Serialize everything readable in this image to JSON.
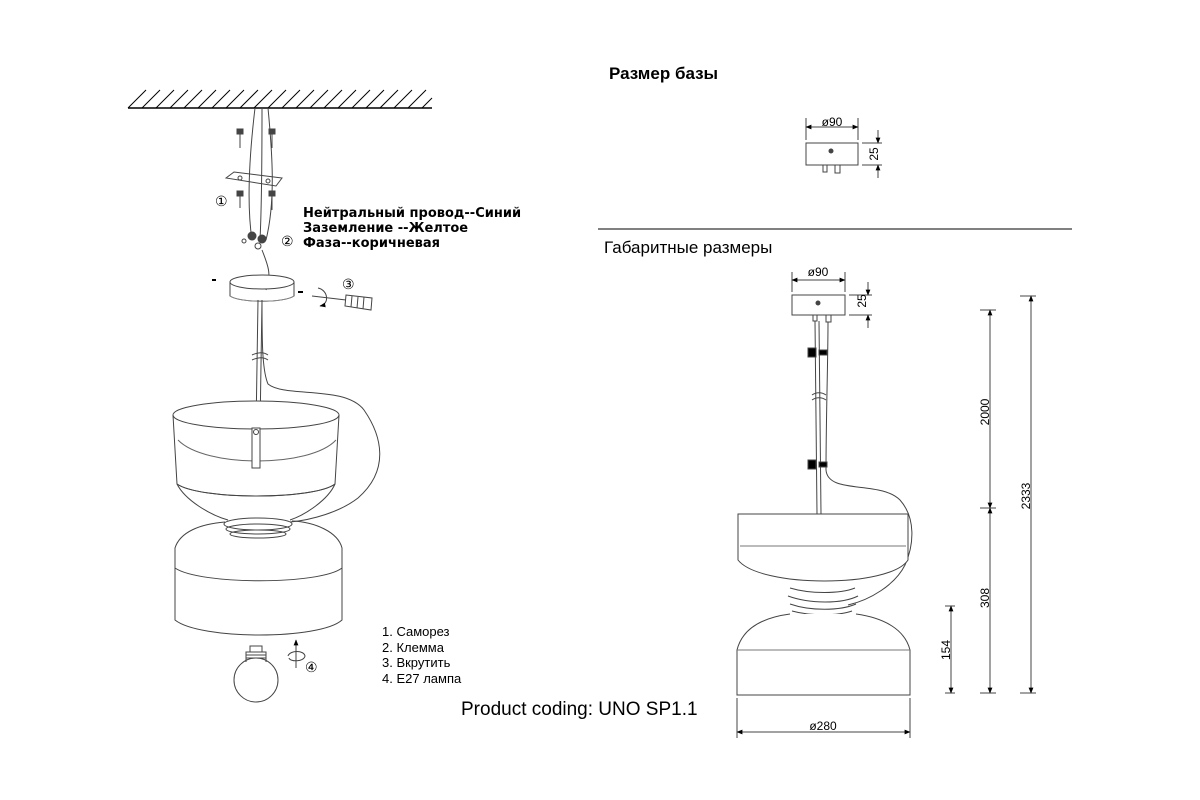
{
  "base_size": {
    "title": "Размер базы",
    "diameter": "ø90",
    "height": "25"
  },
  "overall_size": {
    "title": "Габаритные размеры",
    "diameter_top": "ø90",
    "height_top": "25",
    "cord_length": "2000",
    "total_height": "2333",
    "lamp_height": "308",
    "lower_height": "154",
    "diameter_bottom": "ø280"
  },
  "wiring": {
    "neutral": "Нейтральный провод--Синий",
    "ground": "Заземление --Желтое",
    "phase": "Фаза--коричневая"
  },
  "steps": {
    "s1": "①",
    "s2": "②",
    "s3": "③",
    "s4": "④"
  },
  "legend": {
    "items": [
      "1. Саморез",
      "2. Клемма",
      "3. Вкрутить",
      "4. E27 лампа"
    ]
  },
  "product_coding": "Product coding: UNO SP1.1",
  "colors": {
    "line": "#444444",
    "ink": "#000000",
    "background": "#ffffff"
  }
}
